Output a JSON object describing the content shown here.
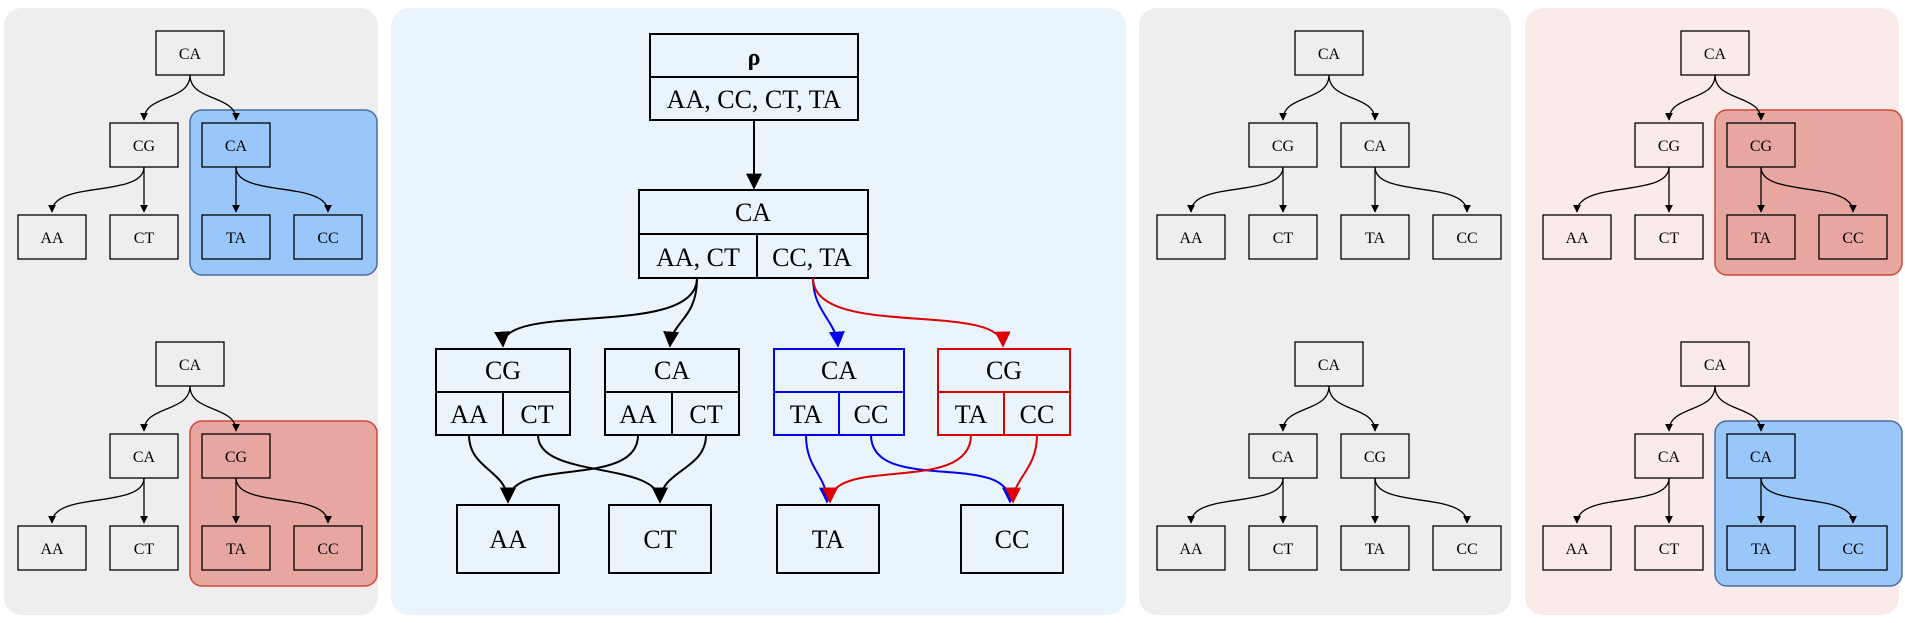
{
  "root": {
    "symbol": "ρ",
    "items": "AA, CC, CT, TA"
  },
  "main": {
    "node": {
      "label": "CA",
      "left": "AA, CT",
      "right": "CC, TA"
    },
    "level2": [
      {
        "label": "CG",
        "left": "AA",
        "right": "CT",
        "color": "#000000"
      },
      {
        "label": "CA",
        "left": "AA",
        "right": "CT",
        "color": "#000000"
      },
      {
        "label": "CA",
        "left": "TA",
        "right": "CC",
        "color": "#0000ee"
      },
      {
        "label": "CG",
        "left": "TA",
        "right": "CC",
        "color": "#dd0000"
      }
    ],
    "leaves": [
      "AA",
      "CT",
      "TA",
      "CC"
    ]
  },
  "colors": {
    "gray_panel": "#eeeeee",
    "blue_panel": "#eaf4fc",
    "pink_panel": "#fbeaea",
    "blue_hl": "#99c7fa",
    "blue_hl_border": "#4d6e9e",
    "red_hl": "#e8a6a0",
    "red_hl_border": "#cc4a3c",
    "blue_edge": "#0000ee",
    "red_edge": "#dd0000"
  },
  "mini_trees": [
    {
      "root": "CA",
      "left": "CG",
      "right": "CA",
      "ll": "AA",
      "lr": "CT",
      "rl": "TA",
      "rr": "CC",
      "highlight": "blue"
    },
    {
      "root": "CA",
      "left": "CA",
      "right": "CG",
      "ll": "AA",
      "lr": "CT",
      "rl": "TA",
      "rr": "CC",
      "highlight": "red"
    },
    {
      "root": "CA",
      "left": "CG",
      "right": "CA",
      "ll": "AA",
      "lr": "CT",
      "rl": "TA",
      "rr": "CC",
      "highlight": "none"
    },
    {
      "root": "CA",
      "left": "CA",
      "right": "CG",
      "ll": "AA",
      "lr": "CT",
      "rl": "TA",
      "rr": "CC",
      "highlight": "none"
    },
    {
      "root": "CA",
      "left": "CG",
      "right": "CG",
      "ll": "AA",
      "lr": "CT",
      "rl": "TA",
      "rr": "CC",
      "highlight": "red"
    },
    {
      "root": "CA",
      "left": "CA",
      "right": "CA",
      "ll": "AA",
      "lr": "CT",
      "rl": "TA",
      "rr": "CC",
      "highlight": "blue"
    }
  ]
}
